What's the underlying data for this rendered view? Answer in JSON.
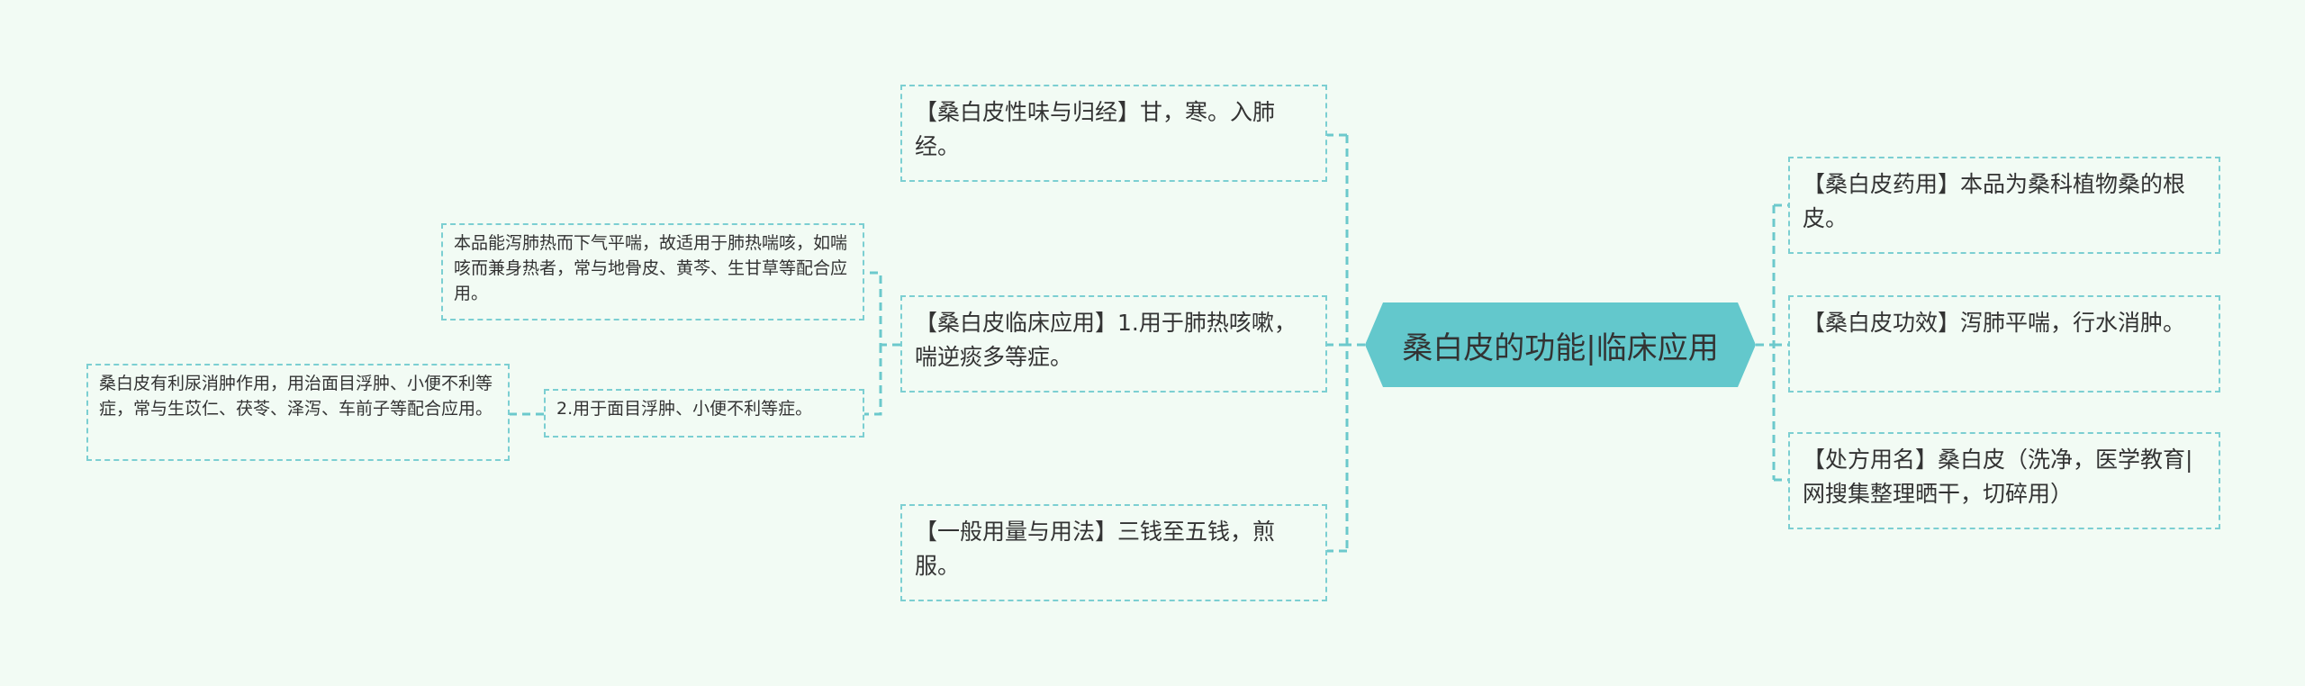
{
  "root": {
    "label": "桑白皮的功能|临床应用"
  },
  "left": {
    "taste": "【桑白皮性味与归经】甘，寒。入肺经。",
    "clinical": "【桑白皮临床应用】1.用于肺热咳嗽，喘逆痰多等症。",
    "clinical_detail": "本品能泻肺热而下气平喘，故适用于肺热喘咳，如喘咳而兼身热者，常与地骨皮、黄芩、生甘草等配合应用。",
    "edema": "2.用于面目浮肿、小便不利等症。",
    "edema_detail": "桑白皮有利尿消肿作用，用治面目浮肿、小便不利等症，常与生苡仁、茯苓、泽泻、车前子等配合应用。",
    "dosage": "【一般用量与用法】三钱至五钱，煎服。"
  },
  "right": {
    "source": "【桑白皮药用】本品为桑科植物桑的根皮。",
    "effect": "【桑白皮功效】泻肺平喘，行水消肿。",
    "prescription": "【处方用名】桑白皮（洗净，医学教育|网搜集整理晒干，切碎用）"
  },
  "colors": {
    "background": "#f2fbf4",
    "root_fill": "#63c8cc",
    "connector": "#6cc9cc"
  }
}
